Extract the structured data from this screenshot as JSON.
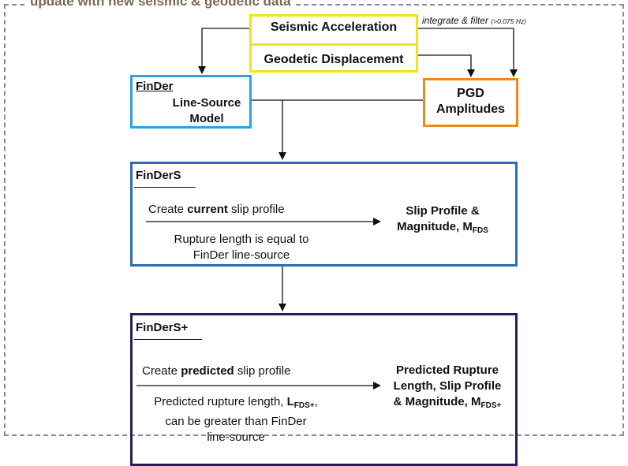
{
  "outer_label": "update with new seismic & geodetic data",
  "inputs": {
    "seismic": "Seismic Acceleration",
    "geodetic": "Geodetic Displacement",
    "annotation_main": "integrate & filter",
    "annotation_small": "(>0.075 Hz)"
  },
  "finder": {
    "heading": "FinDer",
    "line1": "Line-Source",
    "line2": "Model"
  },
  "pgd": {
    "line1": "PGD",
    "line2": "Amplitudes"
  },
  "finders": {
    "heading": "FinDerS",
    "create_pre": "Create ",
    "create_bold": "current",
    "create_post": " slip profile",
    "rupture_line1": "Rupture length is equal to",
    "rupture_line2": "FinDer line-source",
    "output_line1": "Slip Profile &",
    "output_line2": "Magnitude, M",
    "output_sub": "FDS"
  },
  "finders_plus": {
    "heading": "FinDerS+",
    "create_pre": "Create ",
    "create_bold": "predicted",
    "create_post": " slip profile",
    "pred_line1": "Predicted rupture length, ",
    "pred_L": "L",
    "pred_L_sub": "FDS+",
    "pred_comma": ",",
    "pred_line2": "can be greater than FinDer",
    "pred_line3": "line-source",
    "output_line1": "Predicted Rupture",
    "output_line2": "Length, Slip Profile",
    "output_line3": "& Magnitude,  M",
    "output_sub": "FDS+"
  },
  "colors": {
    "outer_dash": "#8a8a8a",
    "outer_label": "#7a6a52",
    "input_border": "#f2e21a",
    "finder_border": "#2aa3df",
    "pgd_border": "#ee8a1c",
    "finders_border": "#2a6cb5",
    "finders_plus_border": "#231e5e"
  }
}
